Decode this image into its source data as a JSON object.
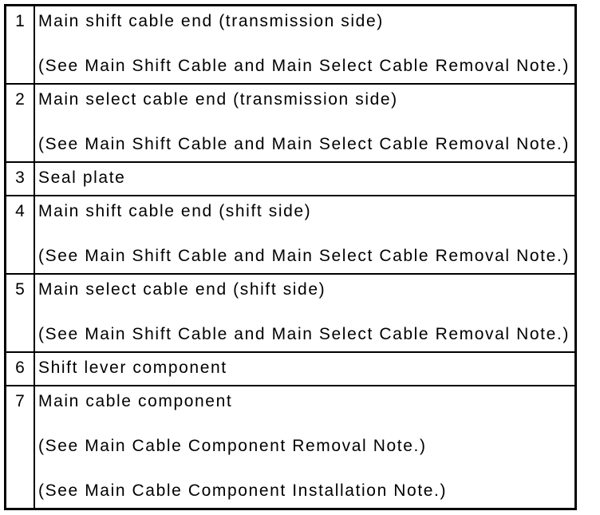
{
  "page": {
    "background_color": "#ffffff",
    "text_color": "#000000",
    "table_border_color": "#000000"
  },
  "table": {
    "rows": [
      {
        "num": "1",
        "lines": [
          "Main shift cable end (transmission side)",
          "(See Main Shift Cable and Main Select Cable Removal Note.)"
        ]
      },
      {
        "num": "2",
        "lines": [
          "Main select cable end (transmission side)",
          "(See Main Shift Cable and Main Select Cable Removal Note.)"
        ]
      },
      {
        "num": "3",
        "lines": [
          "Seal plate"
        ]
      },
      {
        "num": "4",
        "lines": [
          "Main shift cable end (shift side)",
          "(See Main Shift Cable and Main Select Cable Removal Note.)"
        ]
      },
      {
        "num": "5",
        "lines": [
          "Main select cable end (shift side)",
          "(See Main Shift Cable and Main Select Cable Removal Note.)"
        ]
      },
      {
        "num": "6",
        "lines": [
          "Shift lever component"
        ]
      },
      {
        "num": "7",
        "lines": [
          "Main cable component",
          "(See Main Cable Component Removal Note.)",
          "(See Main Cable Component Installation Note.)"
        ]
      }
    ]
  }
}
